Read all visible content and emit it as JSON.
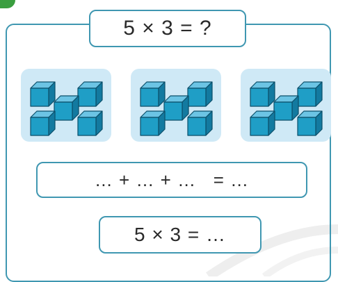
{
  "title_equation": "5 × 3 = ?",
  "groups": [
    {
      "cube_count": 5,
      "icon": "cube-cluster-icon"
    },
    {
      "cube_count": 5,
      "icon": "cube-cluster-icon"
    },
    {
      "cube_count": 5,
      "icon": "cube-cluster-icon"
    }
  ],
  "sum_expression": "… + … + …   = …",
  "product_expression": "5 × 3 = …",
  "colors": {
    "frame": "#3f97b1",
    "group_background": "#cfe9f6",
    "cube_front": "#1f9ec6",
    "cube_top": "#6cc4e4",
    "cube_side": "#137aa0",
    "cube_edge": "#0b4f6a"
  }
}
